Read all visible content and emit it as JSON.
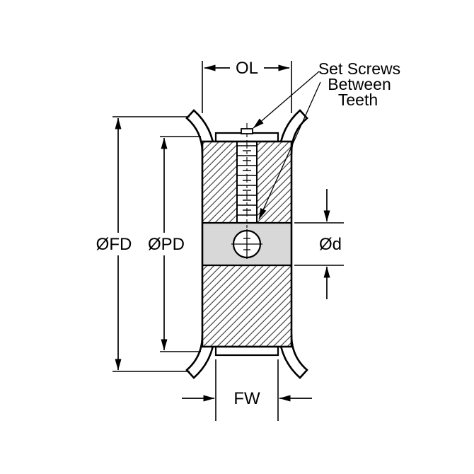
{
  "page": {
    "background": "#ffffff"
  },
  "diagram": {
    "type": "technical-drawing",
    "subject": "Flanged timing-belt pulley cross-section with dimension callouts",
    "labels": {
      "overall_length": "OL",
      "flange_diameter": "ØFD",
      "pitch_diameter": "ØPD",
      "bore_diameter": "Ød",
      "face_width": "FW"
    },
    "annotation": {
      "lines": [
        "Set Screws",
        "Between",
        "Teeth"
      ]
    },
    "colors": {
      "stroke": "#000000",
      "fill_light": "#d8d8d8",
      "fill_white": "#ffffff"
    }
  }
}
